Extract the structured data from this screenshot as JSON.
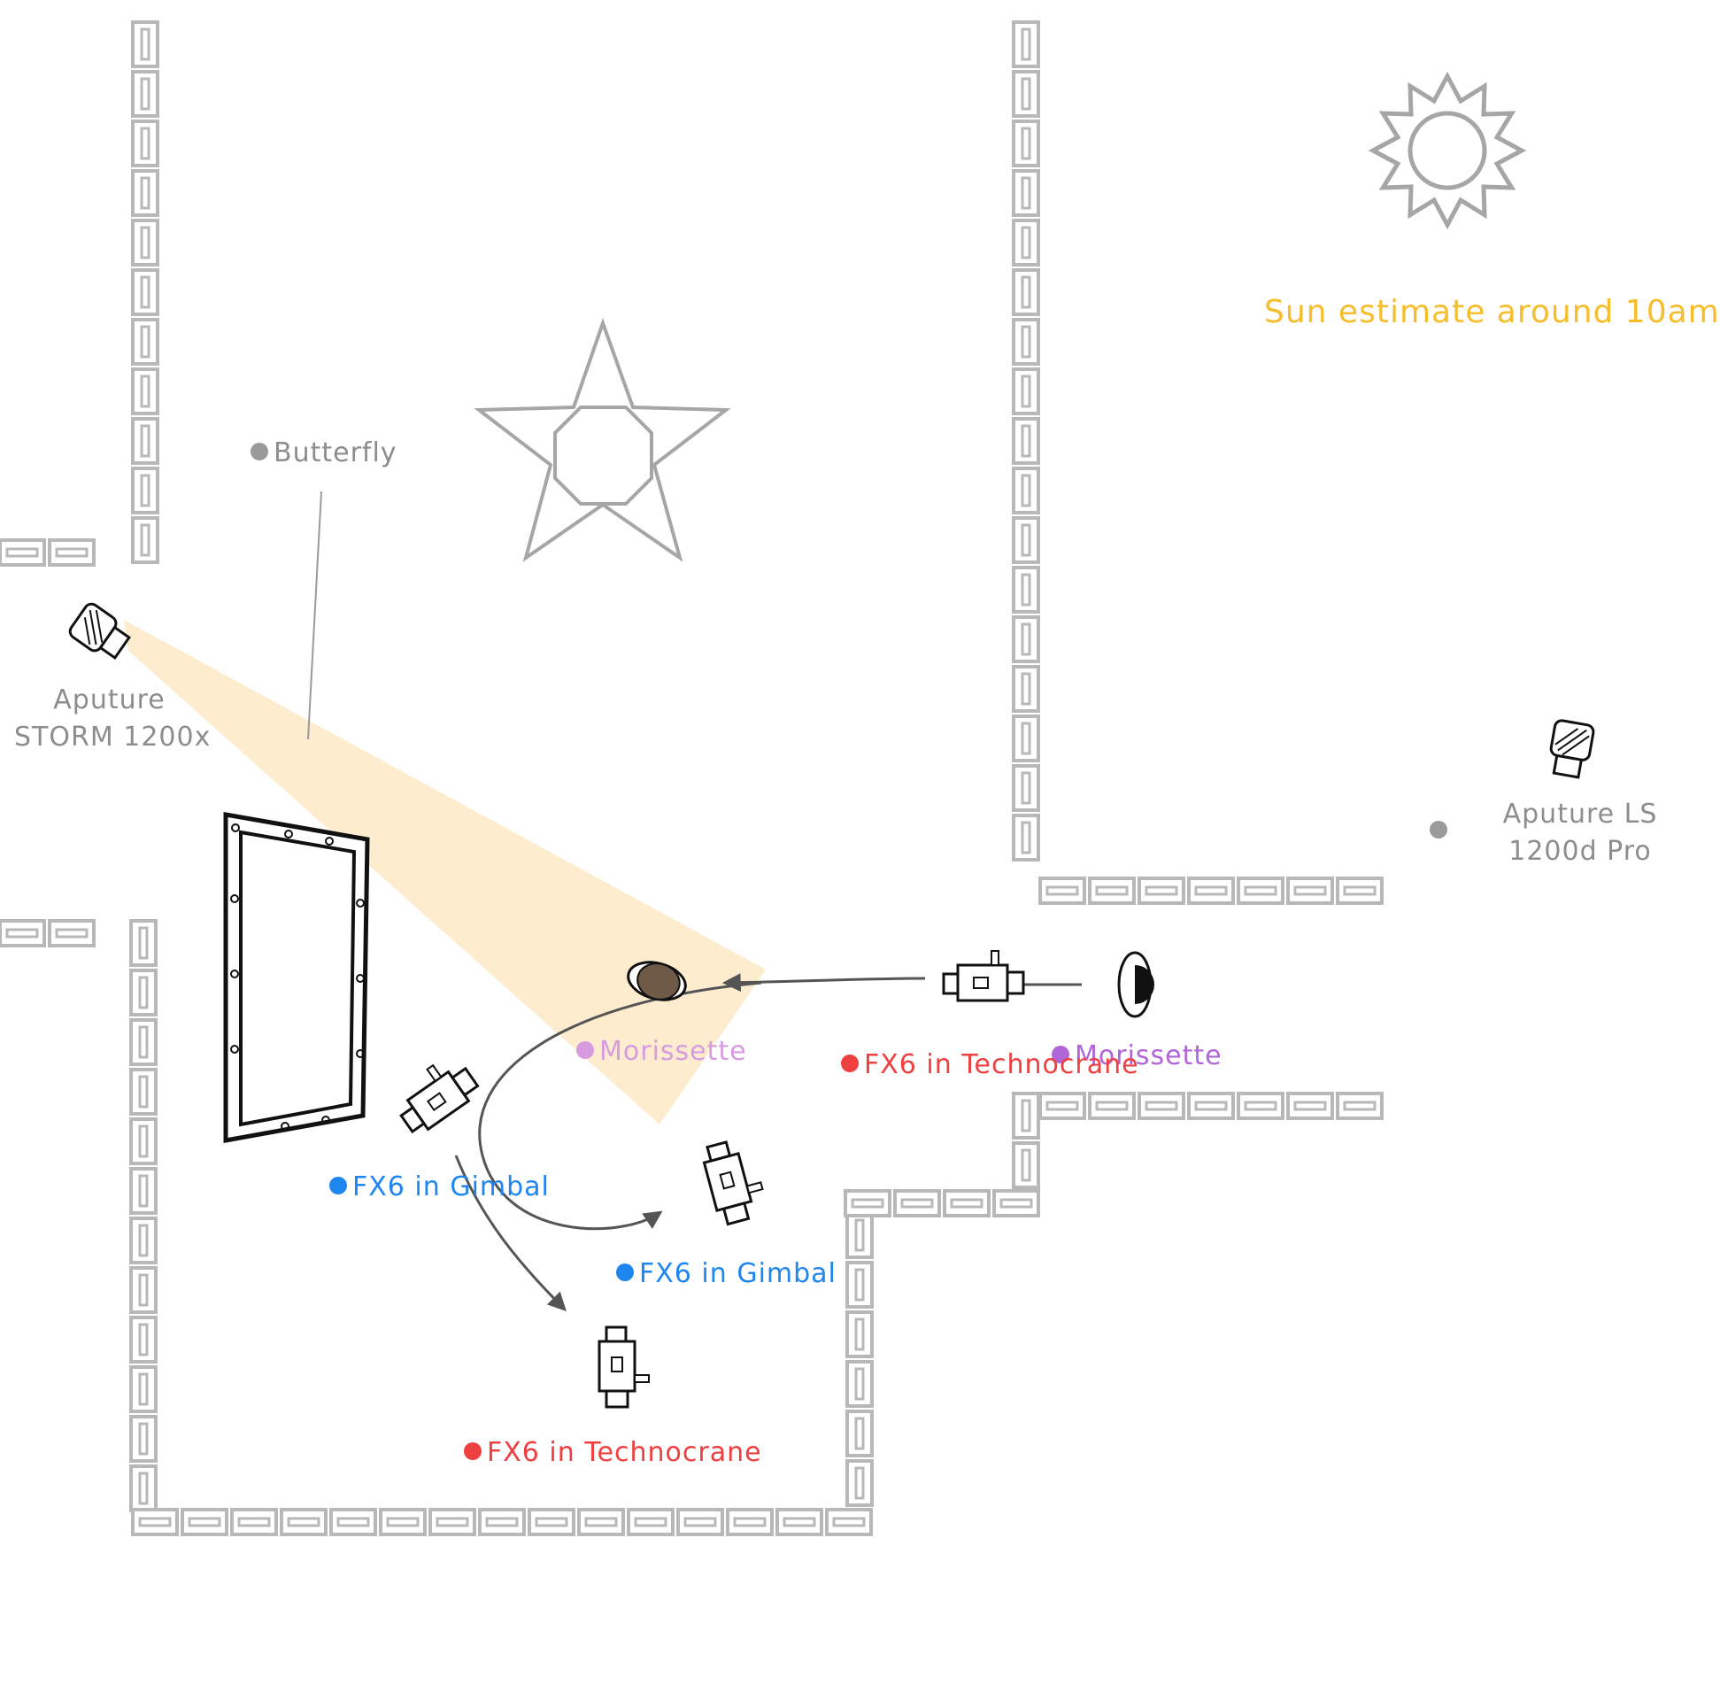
{
  "sun": {
    "label": "Sun estimate around 10am",
    "icon": "sun-icon",
    "color": "#f6bd2c"
  },
  "set_elements": {
    "butterfly": "Butterfly",
    "storm_light": {
      "line1": "Aputure",
      "line2": "STORM 1200x"
    },
    "ls_light": {
      "line1": "Aputure LS",
      "line2": "1200d Pro"
    }
  },
  "talent": [
    {
      "label": "Morissette",
      "color": "#d79be0"
    },
    {
      "label": "Morissette",
      "color": "#b065d8"
    }
  ],
  "cameras": [
    {
      "label": "FX6 in Technocrane",
      "color": "#ee4040"
    },
    {
      "label": "FX6 in Gimbal",
      "color": "#1f86f0"
    },
    {
      "label": "FX6 in Gimbal",
      "color": "#1f86f0"
    },
    {
      "label": "FX6 in Technocrane",
      "color": "#ee4040"
    }
  ],
  "icons": [
    "star-icon",
    "frame-icon",
    "light-icon",
    "camera-icon",
    "person-icon",
    "wall-icon"
  ],
  "colors": {
    "wall": "#b8b8b8",
    "light_beam": "#fde9c6",
    "text_gray": "#8d8d8d",
    "arrow": "#555555"
  }
}
